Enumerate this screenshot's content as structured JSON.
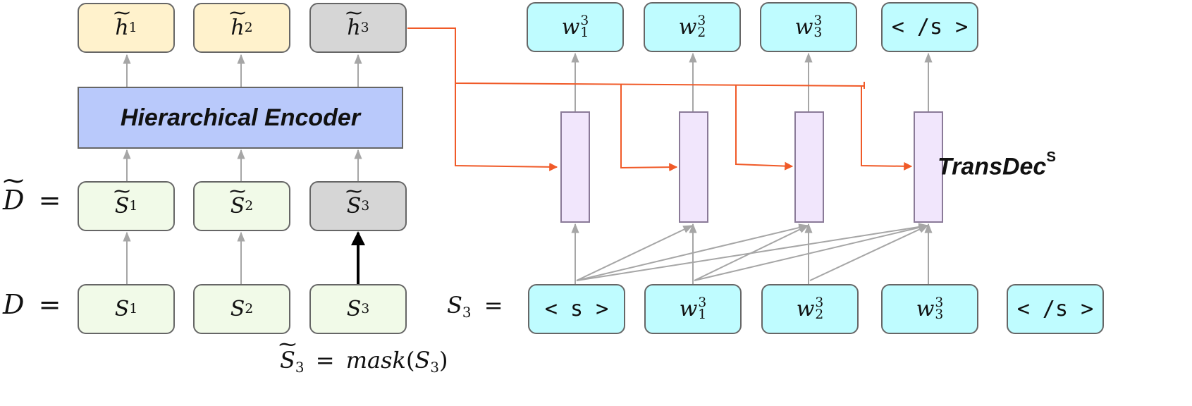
{
  "encoder": {
    "label": "Hierarchical Encoder"
  },
  "decoder": {
    "label": "TransDec",
    "label_sup": "S"
  },
  "hidden": [
    {
      "base": "h",
      "sub": "1",
      "masked": false
    },
    {
      "base": "h",
      "sub": "2",
      "masked": false
    },
    {
      "base": "h",
      "sub": "3",
      "masked": true
    }
  ],
  "masked_doc": {
    "lhs": "D",
    "eq": "=",
    "sentences": [
      {
        "base": "S",
        "sub": "1",
        "masked": false
      },
      {
        "base": "S",
        "sub": "2",
        "masked": false
      },
      {
        "base": "S",
        "sub": "3",
        "masked": true
      }
    ]
  },
  "doc": {
    "lhs": "D",
    "eq": "=",
    "sentences": [
      {
        "base": "S",
        "sub": "1"
      },
      {
        "base": "S",
        "sub": "2"
      },
      {
        "base": "S",
        "sub": "3"
      }
    ]
  },
  "mask_caption": {
    "lhs_base": "S",
    "lhs_sub": "3",
    "eq": "=",
    "fn": "mask",
    "arg_base": "S",
    "arg_sub": "3"
  },
  "decoder_outputs": [
    {
      "base": "w",
      "sub": "1",
      "sup": "3"
    },
    {
      "base": "w",
      "sub": "2",
      "sup": "3"
    },
    {
      "base": "w",
      "sub": "3",
      "sup": "3"
    },
    {
      "token": "< /s >"
    }
  ],
  "decoder_inputs_label": {
    "base": "S",
    "sub": "3",
    "eq": "="
  },
  "decoder_inputs": [
    {
      "token": "< s >"
    },
    {
      "base": "w",
      "sub": "1",
      "sup": "3"
    },
    {
      "base": "w",
      "sub": "2",
      "sup": "3"
    },
    {
      "base": "w",
      "sub": "3",
      "sup": "3"
    },
    {
      "token": "< /s >"
    }
  ],
  "colors": {
    "hidden_fill": "#fff2cc",
    "masked_fill": "#d6d6d6",
    "sentence_fill": "#f1fae8",
    "encoder_fill": "#b9c9fb",
    "token_fill": "#bffcff",
    "cell_fill": "#f1e6fc",
    "context_arrow": "#f05a28",
    "flow_arrow": "#a6a6a6"
  }
}
